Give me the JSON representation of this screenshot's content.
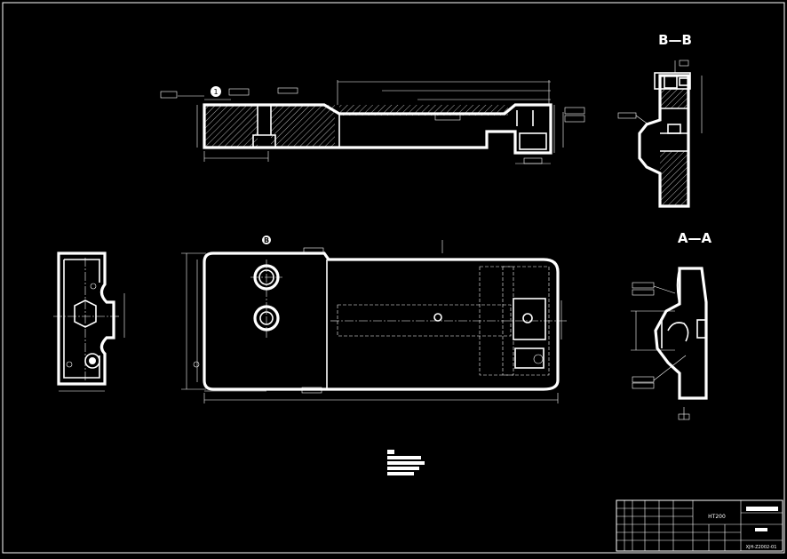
{
  "views": {
    "section_bb": "B—B",
    "section_aa": "A—A"
  },
  "markers": {
    "view_b": "B",
    "balloon_1": "1"
  },
  "title_block": {
    "material": "HT200",
    "drawing_number": "XJH-Z2002-01",
    "name_top": "",
    "name_bottom": ""
  },
  "colors": {
    "background": "#000000",
    "lines": "#ffffff"
  }
}
